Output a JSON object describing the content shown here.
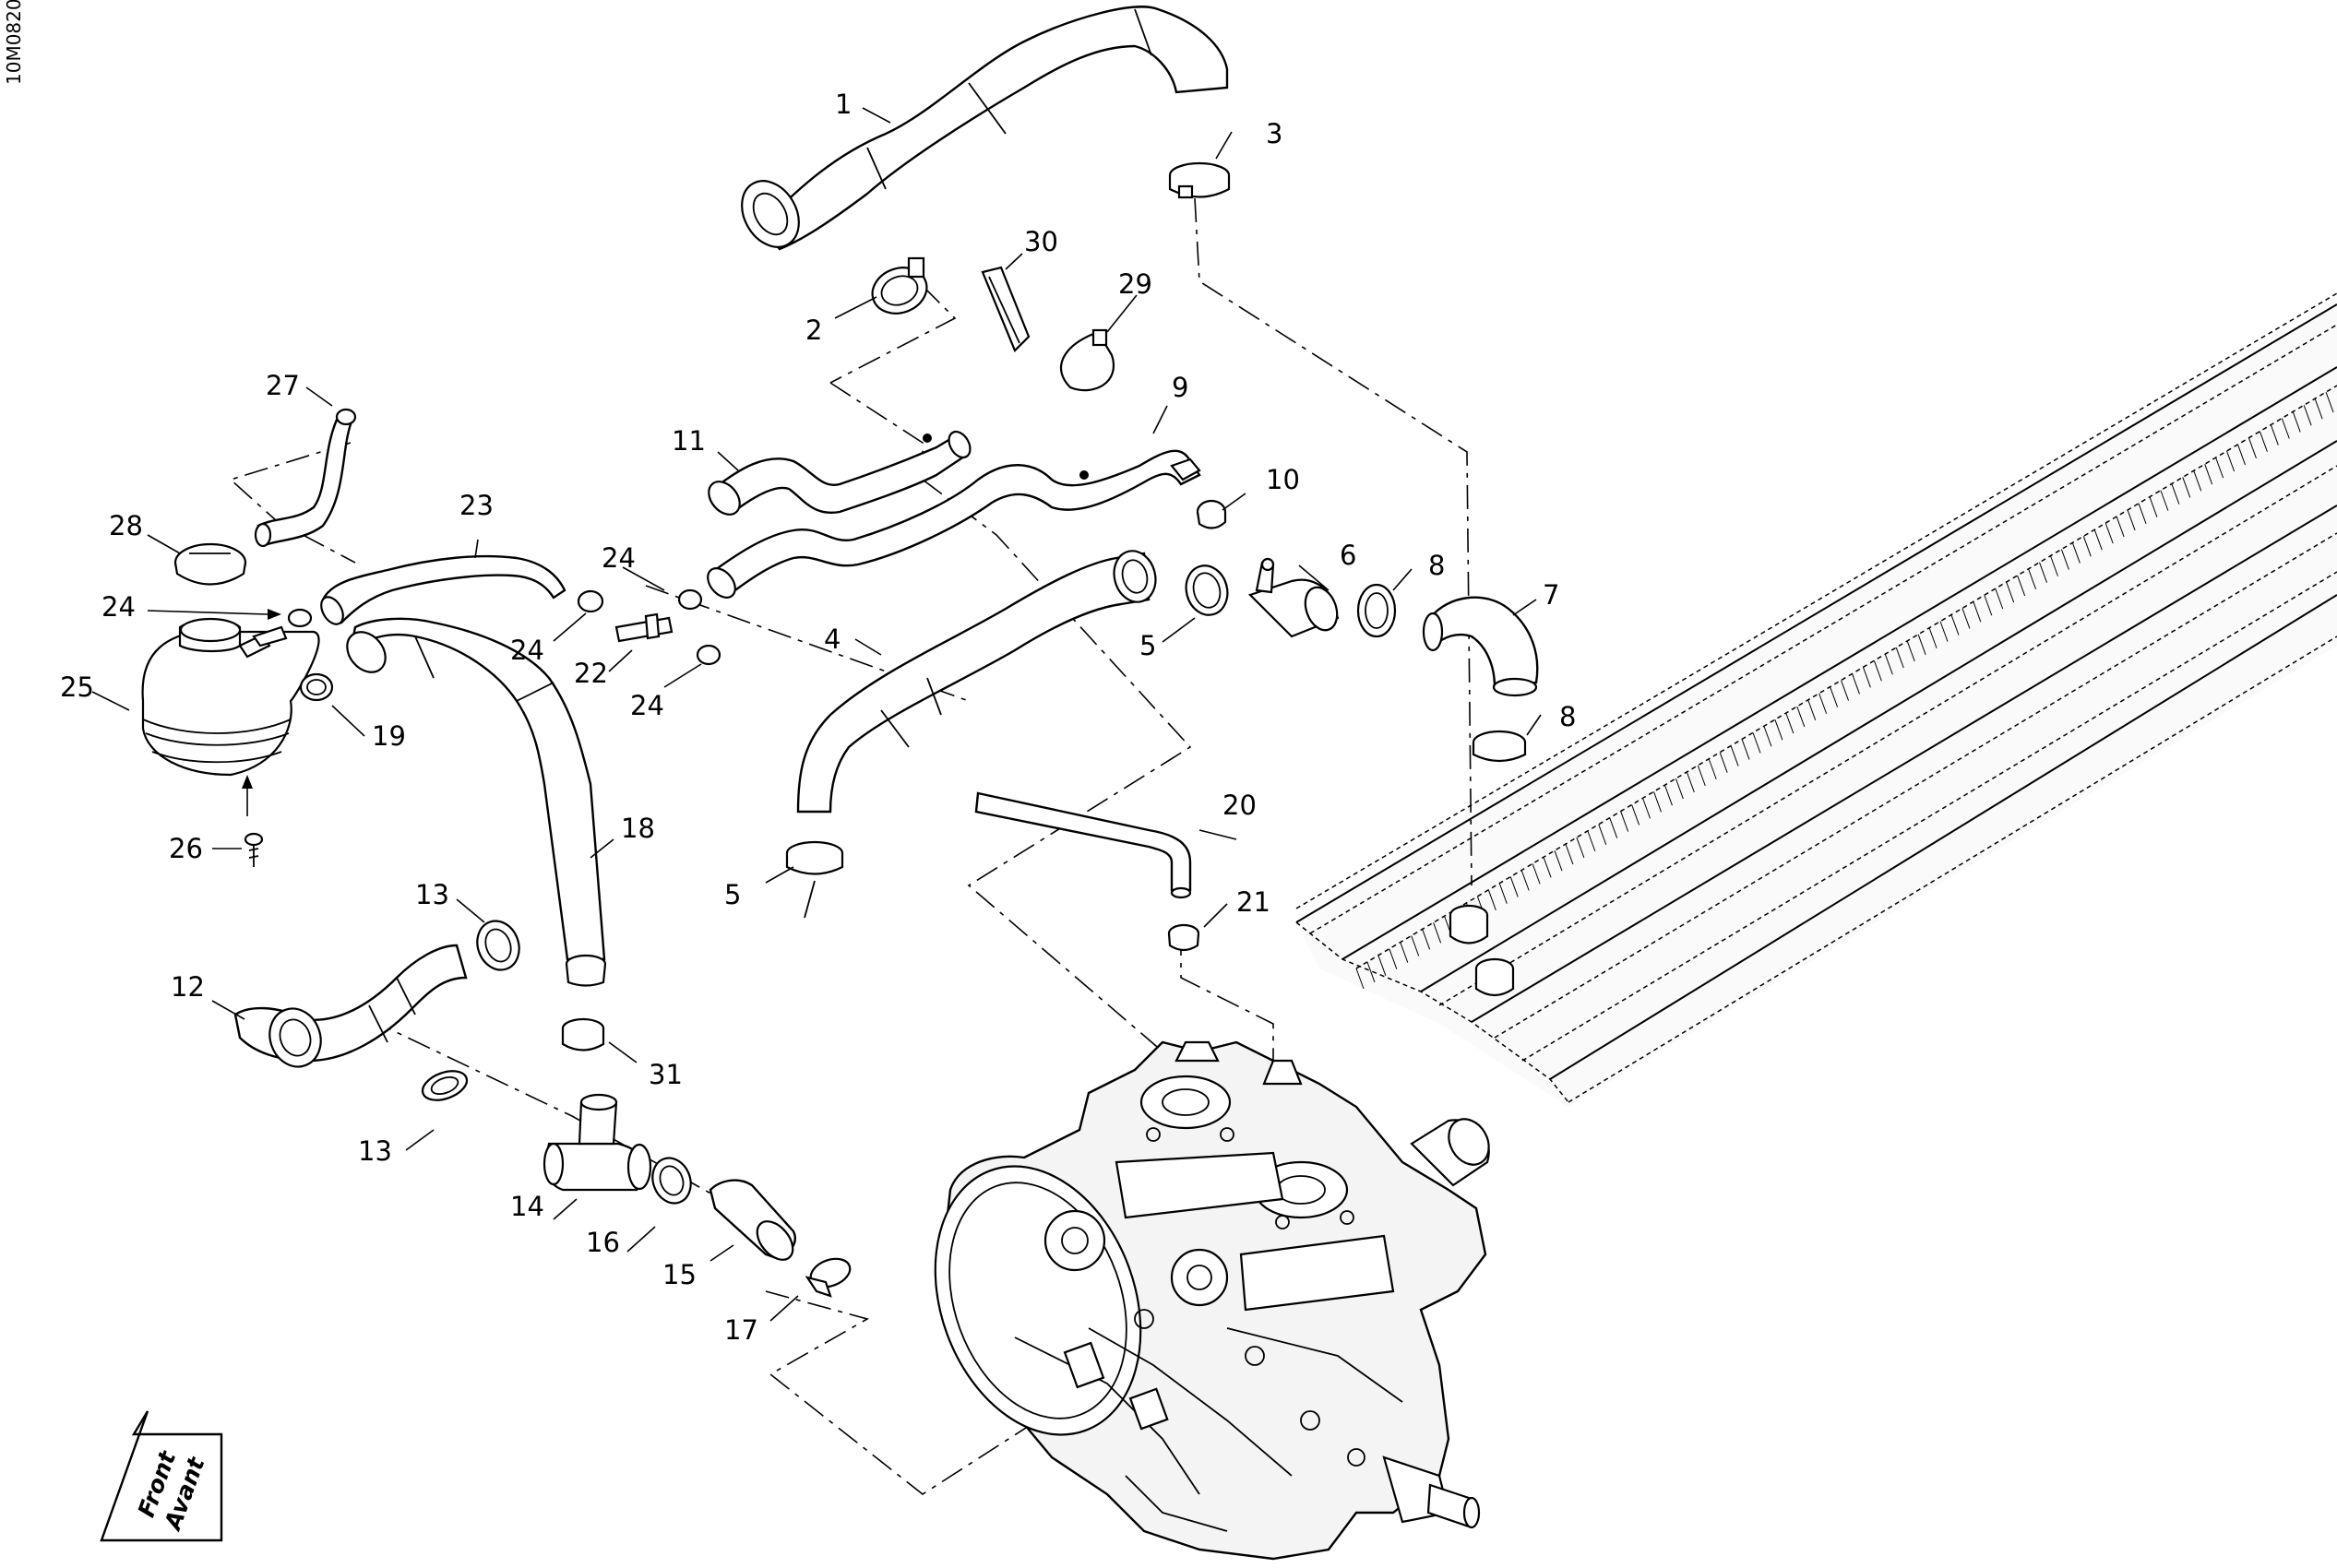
{
  "drawing_code": "10M0820",
  "front_arrow": {
    "line1": "Front",
    "line2": "Avant"
  },
  "callouts": [
    {
      "id": "c1",
      "text": "1"
    },
    {
      "id": "c2",
      "text": "2"
    },
    {
      "id": "c3",
      "text": "3"
    },
    {
      "id": "c4",
      "text": "4"
    },
    {
      "id": "c5a",
      "text": "5"
    },
    {
      "id": "c5b",
      "text": "5"
    },
    {
      "id": "c6",
      "text": "6"
    },
    {
      "id": "c7",
      "text": "7"
    },
    {
      "id": "c8a",
      "text": "8"
    },
    {
      "id": "c8b",
      "text": "8"
    },
    {
      "id": "c9",
      "text": "9"
    },
    {
      "id": "c10",
      "text": "10"
    },
    {
      "id": "c11",
      "text": "11"
    },
    {
      "id": "c12",
      "text": "12"
    },
    {
      "id": "c13a",
      "text": "13"
    },
    {
      "id": "c13b",
      "text": "13"
    },
    {
      "id": "c14",
      "text": "14"
    },
    {
      "id": "c15",
      "text": "15"
    },
    {
      "id": "c16",
      "text": "16"
    },
    {
      "id": "c17",
      "text": "17"
    },
    {
      "id": "c18",
      "text": "18"
    },
    {
      "id": "c19",
      "text": "19"
    },
    {
      "id": "c20",
      "text": "20"
    },
    {
      "id": "c21",
      "text": "21"
    },
    {
      "id": "c22",
      "text": "22"
    },
    {
      "id": "c23",
      "text": "23"
    },
    {
      "id": "c24a",
      "text": "24"
    },
    {
      "id": "c24b",
      "text": "24"
    },
    {
      "id": "c24c",
      "text": "24"
    },
    {
      "id": "c24d",
      "text": "24"
    },
    {
      "id": "c25",
      "text": "25"
    },
    {
      "id": "c26",
      "text": "26"
    },
    {
      "id": "c27",
      "text": "27"
    },
    {
      "id": "c28",
      "text": "28"
    },
    {
      "id": "c29",
      "text": "29"
    },
    {
      "id": "c30",
      "text": "30"
    },
    {
      "id": "c31",
      "text": "31"
    }
  ]
}
